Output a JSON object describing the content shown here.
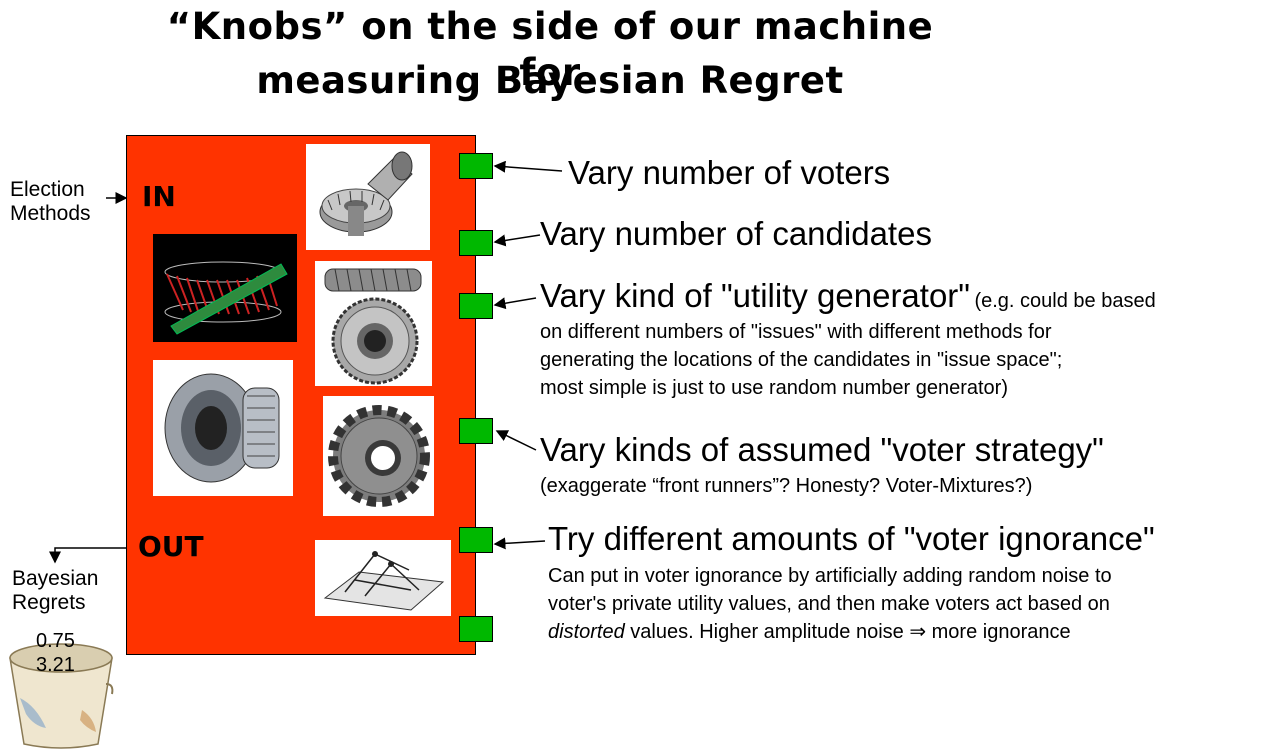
{
  "title": {
    "line1": "“Knobs” on the side of our machine for",
    "line2": "measuring Bayesian Regret"
  },
  "machine": {
    "in_label": "IN",
    "out_label": "OUT",
    "color": "#ff3300",
    "knob_color": "#00b800"
  },
  "inputs": {
    "election_methods_line1": "Election",
    "election_methods_line2": "Methods"
  },
  "outputs": {
    "line1": "Bayesian",
    "line2": "Regrets",
    "values": [
      "0.75",
      "3.21"
    ]
  },
  "knobs": [
    {
      "label": "Vary number of voters"
    },
    {
      "label": "Vary number of candidates"
    },
    {
      "label": "Vary kind of \"utility generator\"",
      "note_inline": "(e.g. could be based",
      "note_lines": [
        "on different numbers of \"issues\" with different methods for",
        "generating the locations of the candidates in \"issue space\";",
        "most simple is just to use random number generator)"
      ]
    },
    {
      "label": "Vary kinds of assumed \"voter strategy\"",
      "note_lines": [
        "(exaggerate “front runners”? Honesty? Voter-Mixtures?)"
      ]
    },
    {
      "label": "Try different amounts of \"voter ignorance\"",
      "note_lines": [
        "Can put in voter ignorance by artificially adding random noise to",
        "voter's private utility values, and then make voters act based on"
      ],
      "note_last_italic": "distorted",
      "note_last_rest": " values. Higher amplitude noise ⇒ more ignorance"
    },
    {
      "label": ""
    }
  ],
  "images": [
    "bevel-gear-icon",
    "worm-gear-render-icon",
    "worm-gear-icon",
    "gear-coupling-icon",
    "spur-gear-icon",
    "mechanism-engraving-icon",
    "bucket-icon"
  ]
}
